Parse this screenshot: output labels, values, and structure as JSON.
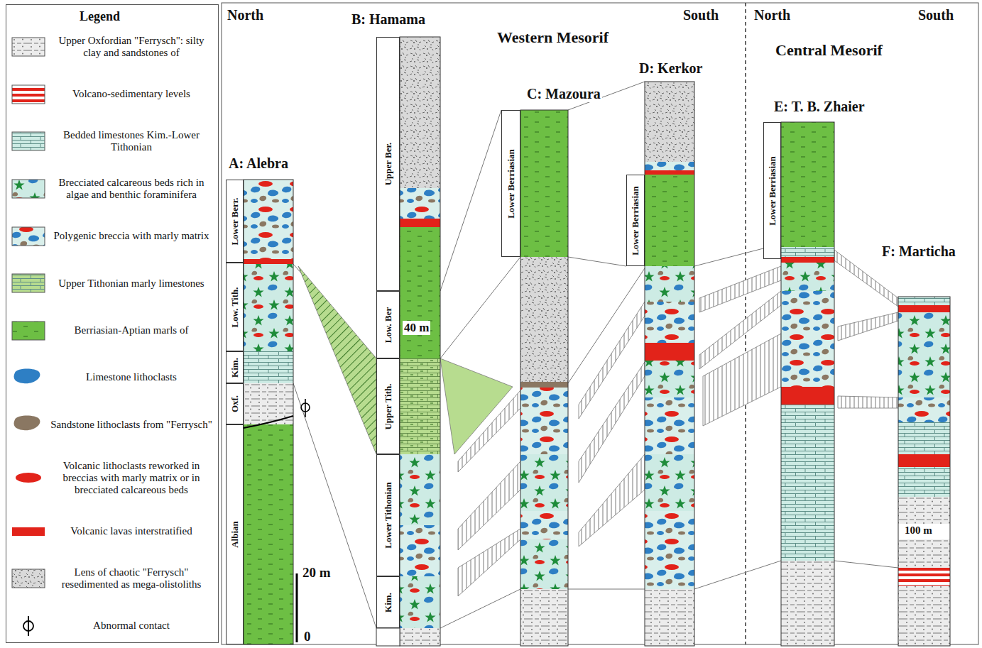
{
  "diagram": {
    "nodes": [
      {
        "text": [
          "A: Alebra"
        ]
      },
      {
        "text": [
          "Lower Berr."
        ]
      },
      {
        "text": [
          "Low. Tith."
        ]
      },
      {
        "text": [
          "Kim."
        ]
      },
      {
        "text": [
          "Oxf."
        ]
      },
      {
        "text": [
          "Albian"
        ]
      },
      {
        "text": [
          "B: Hamama"
        ]
      },
      {
        "text": [
          "Upper Ber."
        ]
      },
      {
        "text": [
          "Low. Ber"
        ]
      },
      {
        "text": [
          "Upper Tith."
        ]
      },
      {
        "text": [
          "Lower Tithonian"
        ]
      },
      {
        "text": [
          "Kim."
        ]
      },
      {
        "text": [
          "C: Mazoura"
        ]
      },
      {
        "text": [
          "Lower Berriasian"
        ]
      },
      {
        "text": [
          "D: Kerkor"
        ]
      },
      {
        "text": [
          "Lower Berriasian"
        ]
      },
      {
        "text": [
          "E: T. B. Zhaier"
        ]
      },
      {
        "text": [
          "Lower Berriasian"
        ]
      },
      {
        "text": [
          "F: Marticha"
        ]
      }
    ],
    "labels": [
      "Legend",
      "North",
      "South",
      "Western Mesorif",
      "North",
      "South",
      "Central Mesorif",
      "40 m",
      "20 m",
      "0",
      "100 m"
    ],
    "legend": [
      {
        "text": "Upper Oxfordian \"Ferrysch\": silty clay and sandstones of"
      },
      {
        "text": "Volcano-sedimentary levels"
      },
      {
        "text": "Bedded limestones Kim.-Lower Tithonian",
        "color": "#cdebe4"
      },
      {
        "text": "Brecciated calcareous beds rich in algae and benthic foraminifera"
      },
      {
        "text": "Polygenic breccia with marly matrix"
      },
      {
        "text": "Upper Tithonian marly limestones",
        "color": "#b7dc8f"
      },
      {
        "text": "Berriasian-Aptian marls of",
        "color": "#6dbf44"
      },
      {
        "text": "Limestone lithoclasts",
        "color": "#2e7fc4"
      },
      {
        "text": "Sandstone lithoclasts from \"Ferrysch\"",
        "color": "#8a7762"
      },
      {
        "text": "Volcanic lithoclasts reworked in breccias with marly matrix or in brecciated calcareous beds",
        "color": "#e2231a"
      },
      {
        "text": "Volcanic lavas interstratified",
        "color": "#e2231a"
      },
      {
        "text": "Lens of chaotic \"Ferrysch\" resedimented as mega-olistoliths"
      },
      {
        "text": "Abnormal contact"
      }
    ]
  }
}
